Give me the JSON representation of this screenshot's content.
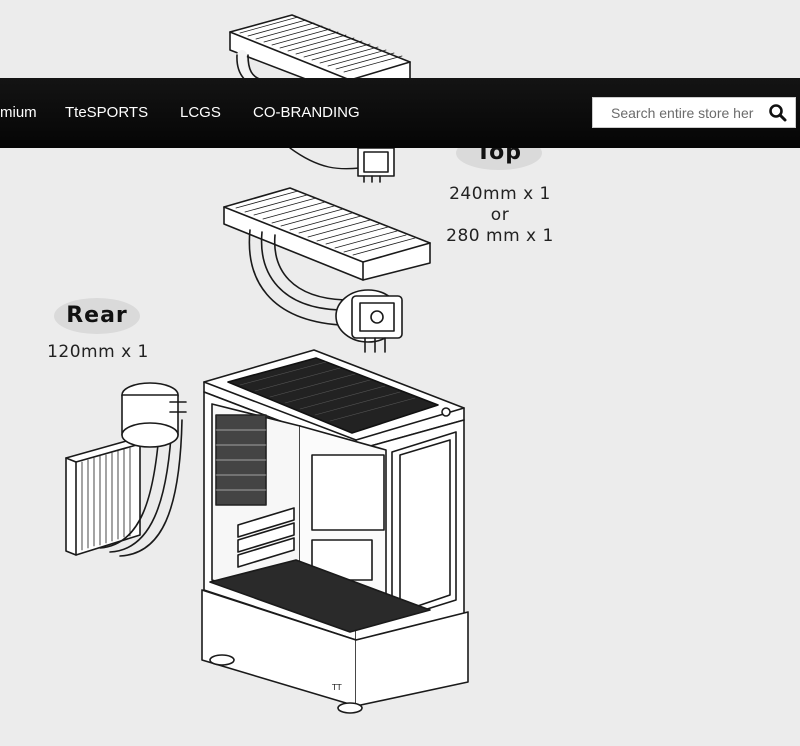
{
  "nav": {
    "items": [
      {
        "label": "mium"
      },
      {
        "label": "TteSPORTS"
      },
      {
        "label": "LCGS"
      },
      {
        "label": "CO-BRANDING"
      }
    ]
  },
  "search": {
    "placeholder": "Search entire store her",
    "button_icon": "search-icon"
  },
  "diagram": {
    "top": {
      "label": "Top",
      "spec_line1": "240mm x 1",
      "spec_line2": "or",
      "spec_line3": "280 mm x 1"
    },
    "rear": {
      "label": "Rear",
      "spec": "120mm x 1"
    },
    "case_logo": "TT"
  },
  "colors": {
    "navbar": "#0a0a0a",
    "background": "#ececec"
  }
}
